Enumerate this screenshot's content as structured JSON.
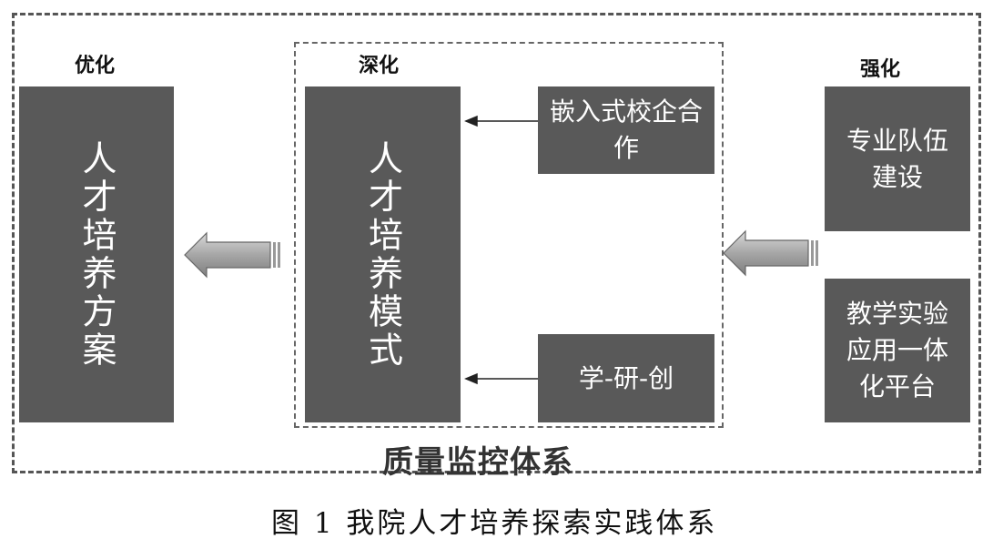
{
  "labels": {
    "optimize": "优化",
    "deepen": "深化",
    "strengthen": "强化"
  },
  "boxes": {
    "talent_plan": "人才培养方案",
    "talent_mode": "人才培养模式",
    "embedded_coop": "嵌入式校企合作",
    "learn_research_create": "学-研-创",
    "team_building": "专业队伍建设",
    "platform": "教学实验应用一体化平台"
  },
  "system_title": "质量监控体系",
  "caption": "图 1  我院人才培养探索实践体系",
  "colors": {
    "box_fill": "#595959",
    "box_text": "#ffffff",
    "arrow_fill": "#a6a6a6"
  }
}
